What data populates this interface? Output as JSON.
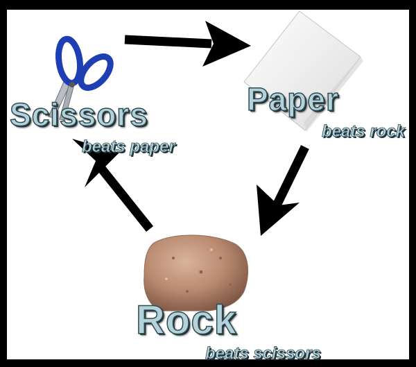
{
  "nodes": {
    "scissors": {
      "label": "Scissors",
      "caption": "beats paper"
    },
    "paper": {
      "label": "Paper",
      "caption": "beats rock"
    },
    "rock": {
      "label": "Rock",
      "caption": "beats scissors"
    }
  },
  "colors": {
    "label_fill": "#b5d2da",
    "label_outline": "#2d4a52",
    "arrow": "#000000",
    "scissors_handle": "#1d3fb3",
    "rock": "#b98a70",
    "paper": "#f2f2f2"
  },
  "icons": {
    "scissors": "scissors-icon",
    "paper": "paper-sheet-icon",
    "rock": "rock-icon"
  }
}
